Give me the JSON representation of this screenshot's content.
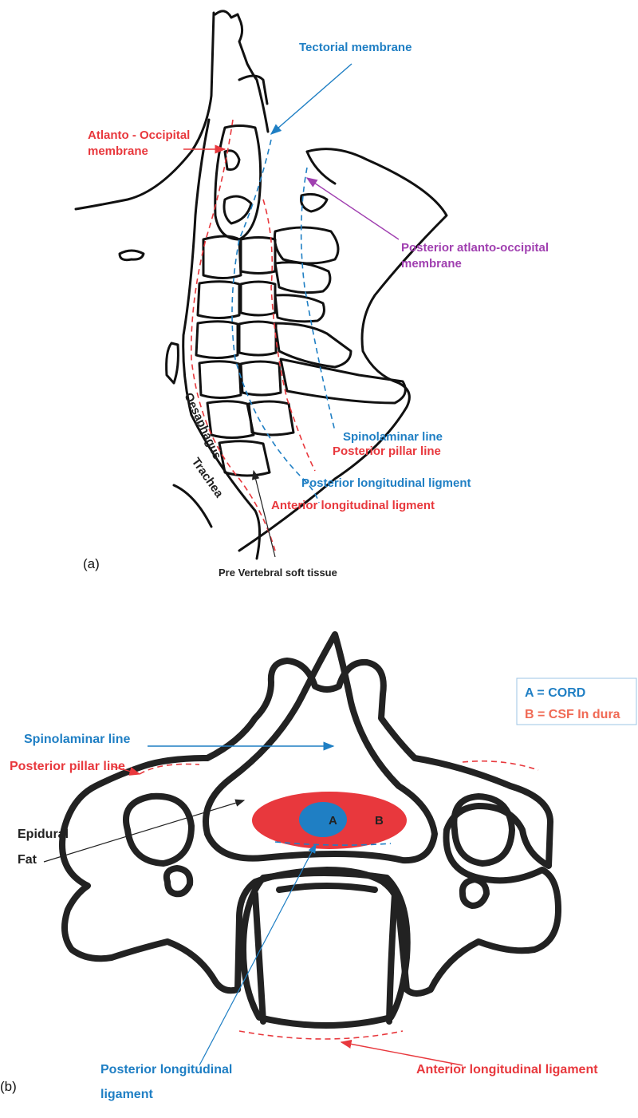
{
  "panel_a": {
    "tag": "(a)",
    "labels": {
      "tectorial": "Tectorial membrane",
      "atlanto_occipital_1": "Atlanto - Occipital",
      "atlanto_occipital_2": "membrane",
      "posterior_atlanto_1": "Posterior atlanto-occipital",
      "posterior_atlanto_2": "membrane",
      "spinolaminar": "Spinolaminar line",
      "posterior_pillar": "Posterior pillar line",
      "posterior_longitudinal": "Posterior longitudinal ligment",
      "anterior_longitudinal": "Anterior  longitudinal ligment",
      "oesaphagus": "Oesaphagus",
      "trachea": "Trachea",
      "prevertebral": "Pre Vertebral soft tissue"
    }
  },
  "panel_b": {
    "tag": "(b)",
    "legend": {
      "a": "A = CORD",
      "b": "B = CSF In dura"
    },
    "labels": {
      "spinolaminar": "Spinolaminar line",
      "posterior_pillar": "Posterior pillar line",
      "epidural_1": "Epidural",
      "epidural_2": "Fat",
      "cord": "A",
      "csf": "B",
      "posterior_longitudinal_1": "Posterior longitudinal",
      "posterior_longitudinal_2": "ligament",
      "anterior_longitudinal": "Anterior longitudinal ligament"
    }
  },
  "colors": {
    "blue": "#1f7fc4",
    "red": "#e8383d",
    "purple": "#a03fb0",
    "cord": "#1f7fc4",
    "csf": "#e8383d"
  }
}
